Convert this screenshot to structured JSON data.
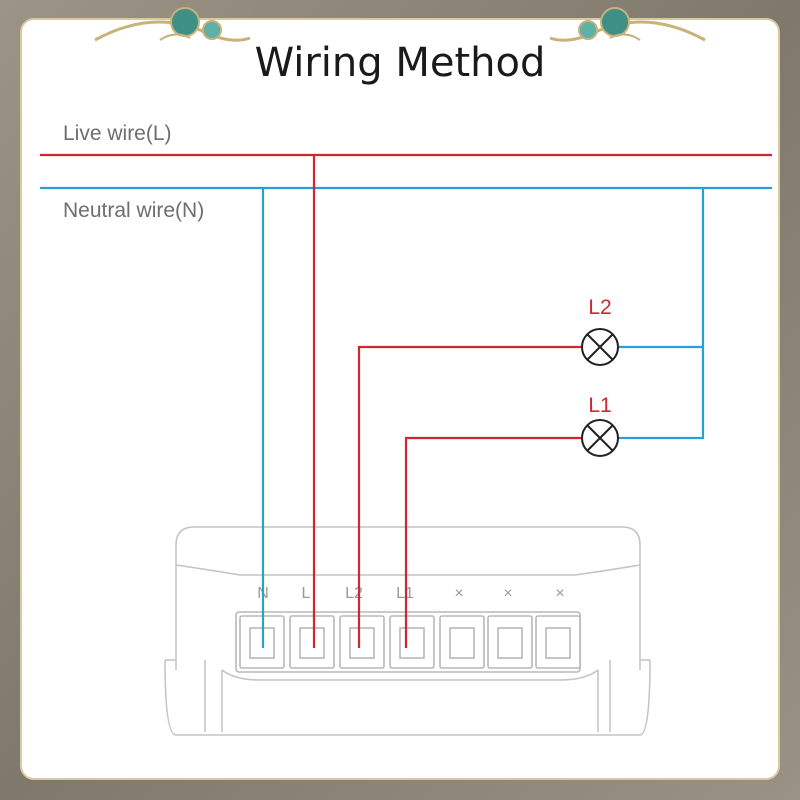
{
  "title": "Wiring Method",
  "wires": {
    "live_label": "Live wire(L)",
    "neutral_label": "Neutral wire(N)"
  },
  "lamps": [
    {
      "label": "L2"
    },
    {
      "label": "L1"
    }
  ],
  "terminals": [
    {
      "label": "N"
    },
    {
      "label": "L"
    },
    {
      "label": "L2"
    },
    {
      "label": "L1"
    },
    {
      "label": "×"
    },
    {
      "label": "×"
    },
    {
      "label": "×"
    }
  ],
  "colors": {
    "live": "#d0262f",
    "neutral": "#2a9fd6",
    "frame": "#8e8679",
    "ornament": "#3e8f86"
  },
  "icons": [
    "ornament-left-icon",
    "ornament-right-icon",
    "lamp-icon"
  ]
}
